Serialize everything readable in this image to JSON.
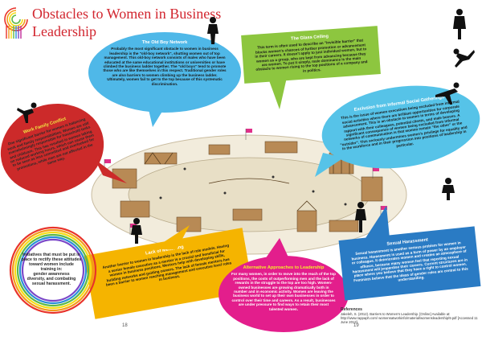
{
  "title": {
    "line1": "Obstacles to Women in Business",
    "line2": "Leadership"
  },
  "bubbles": {
    "old_boy": {
      "heading": "The Old Boy Network",
      "text": "Probably the most significant obstacle to women in business leadership is the \"old-boy network\", shutting women out of top management. This old-boy network consists of males who have been educated at the same educational institutions or universities or have climbed the business ladder together. The \"old boys\" tend to promote those who are like themselves in this respect. Traditional gender roles are also barriers to women climbing up the business ladder. Ultimately, women fail to get to the top because of this systematic discrimination."
    },
    "glass_ceiling": {
      "heading": "The Glass Ceiling",
      "text": "This term is often used to describe an \"invisible barrier\" that blocks women's chances of further promotion or advancement in their careers. It doesn't apply to just individual women, but to women as a group, who are kept from advancing because they are women. To put it simply, male dominance is the main obstacle to women rising to the top positions of a company and in politics."
    },
    "exclusion": {
      "heading": "Exclusion from Informal Social Gatherings",
      "text": "This is the issue of women executives being excluded from informal social activities where there are brilliant opportunities for corporate advancement. This is an obstacle to women in terms of developing rapport with their colleagues, potential clients, and male bosses. A significant consequence of women being excluded from informal networks of communication is that women remain \"the other\" or the \"outsider\". This seriously undermines women's privilege for equality and in the workforce and in their progression into positions of leadership in particular."
    },
    "work_family": {
      "heading": "Work Family Conflict",
      "text": "One significant barrier for women is balancing work and family responsibilities. Women are still overwhelmingly responsible for household tasks and childcare. This has resulted in women taking on reduced working hours, which can cause them to be seen as less committed and overlooked for promotions, while men are not affected in the same way."
    },
    "lack_mentoring": {
      "heading": "Lack of Mentoring",
      "text": "Another barrier to women in leadership is the lack of role models. Having a senior female executive as a mentor is a crucial and beneficial for women in business positions. Mentors help with developing skills, building networks and guiding careers. The lack of female mentors has been a barrier to women reaching management and executive level roles in business."
    },
    "alternative": {
      "heading": "Alternative Approaches to Leadership",
      "text": "For many women, in order to move into the reach of the top positions, the costs of outperforming men and the lack of rewards in the struggle to the top are too high. Women-owned businesses are growing dramatically both in number and in economic activity. Women are leaving the business world to set up their own businesses in order to control over their time and careers. As a result, businesses are under pressure to find ways to retain their most talented women."
    },
    "harassment": {
      "heading": "Sexual Harassment",
      "text": "Sexual harassment is another serious problem for women in business. Harassment is used as a form of power by an employer or colleague. It deteriorates women and creates an atmosphere of offence, because many women feel that reporting sexual harassment will jeopardise their careers. Current structures are in place where you believe that they have a right to control women. Feminists believe that the ideas of gender roles are central to this understanding."
    }
  },
  "initiatives": {
    "text": "Initiatives that must be put in place to rectify these attitudes toward women include training in:",
    "items": [
      "gender awareness",
      "diversity, and combating sexual harassment."
    ]
  },
  "page_numbers": {
    "left": "18",
    "right": "19"
  },
  "references": {
    "heading": "References",
    "text": "Jakeleh, S. (2012). Barriers to Women's Leadership. [Online] Available at: http://www.rappaph.com/ womensatworkinfo/material/womensleadership/9.pdf [Accessed 11 June 2013]."
  },
  "colors": {
    "title": "#d2262f",
    "old_boy": "#4fb8e8",
    "glass_ceiling": "#8dc63f",
    "exclusion": "#56c3e8",
    "work_family": "#cc2a2a",
    "lack_mentoring": "#f5b400",
    "alternative": "#e31e8c",
    "harassment": "#2a7bc4"
  }
}
